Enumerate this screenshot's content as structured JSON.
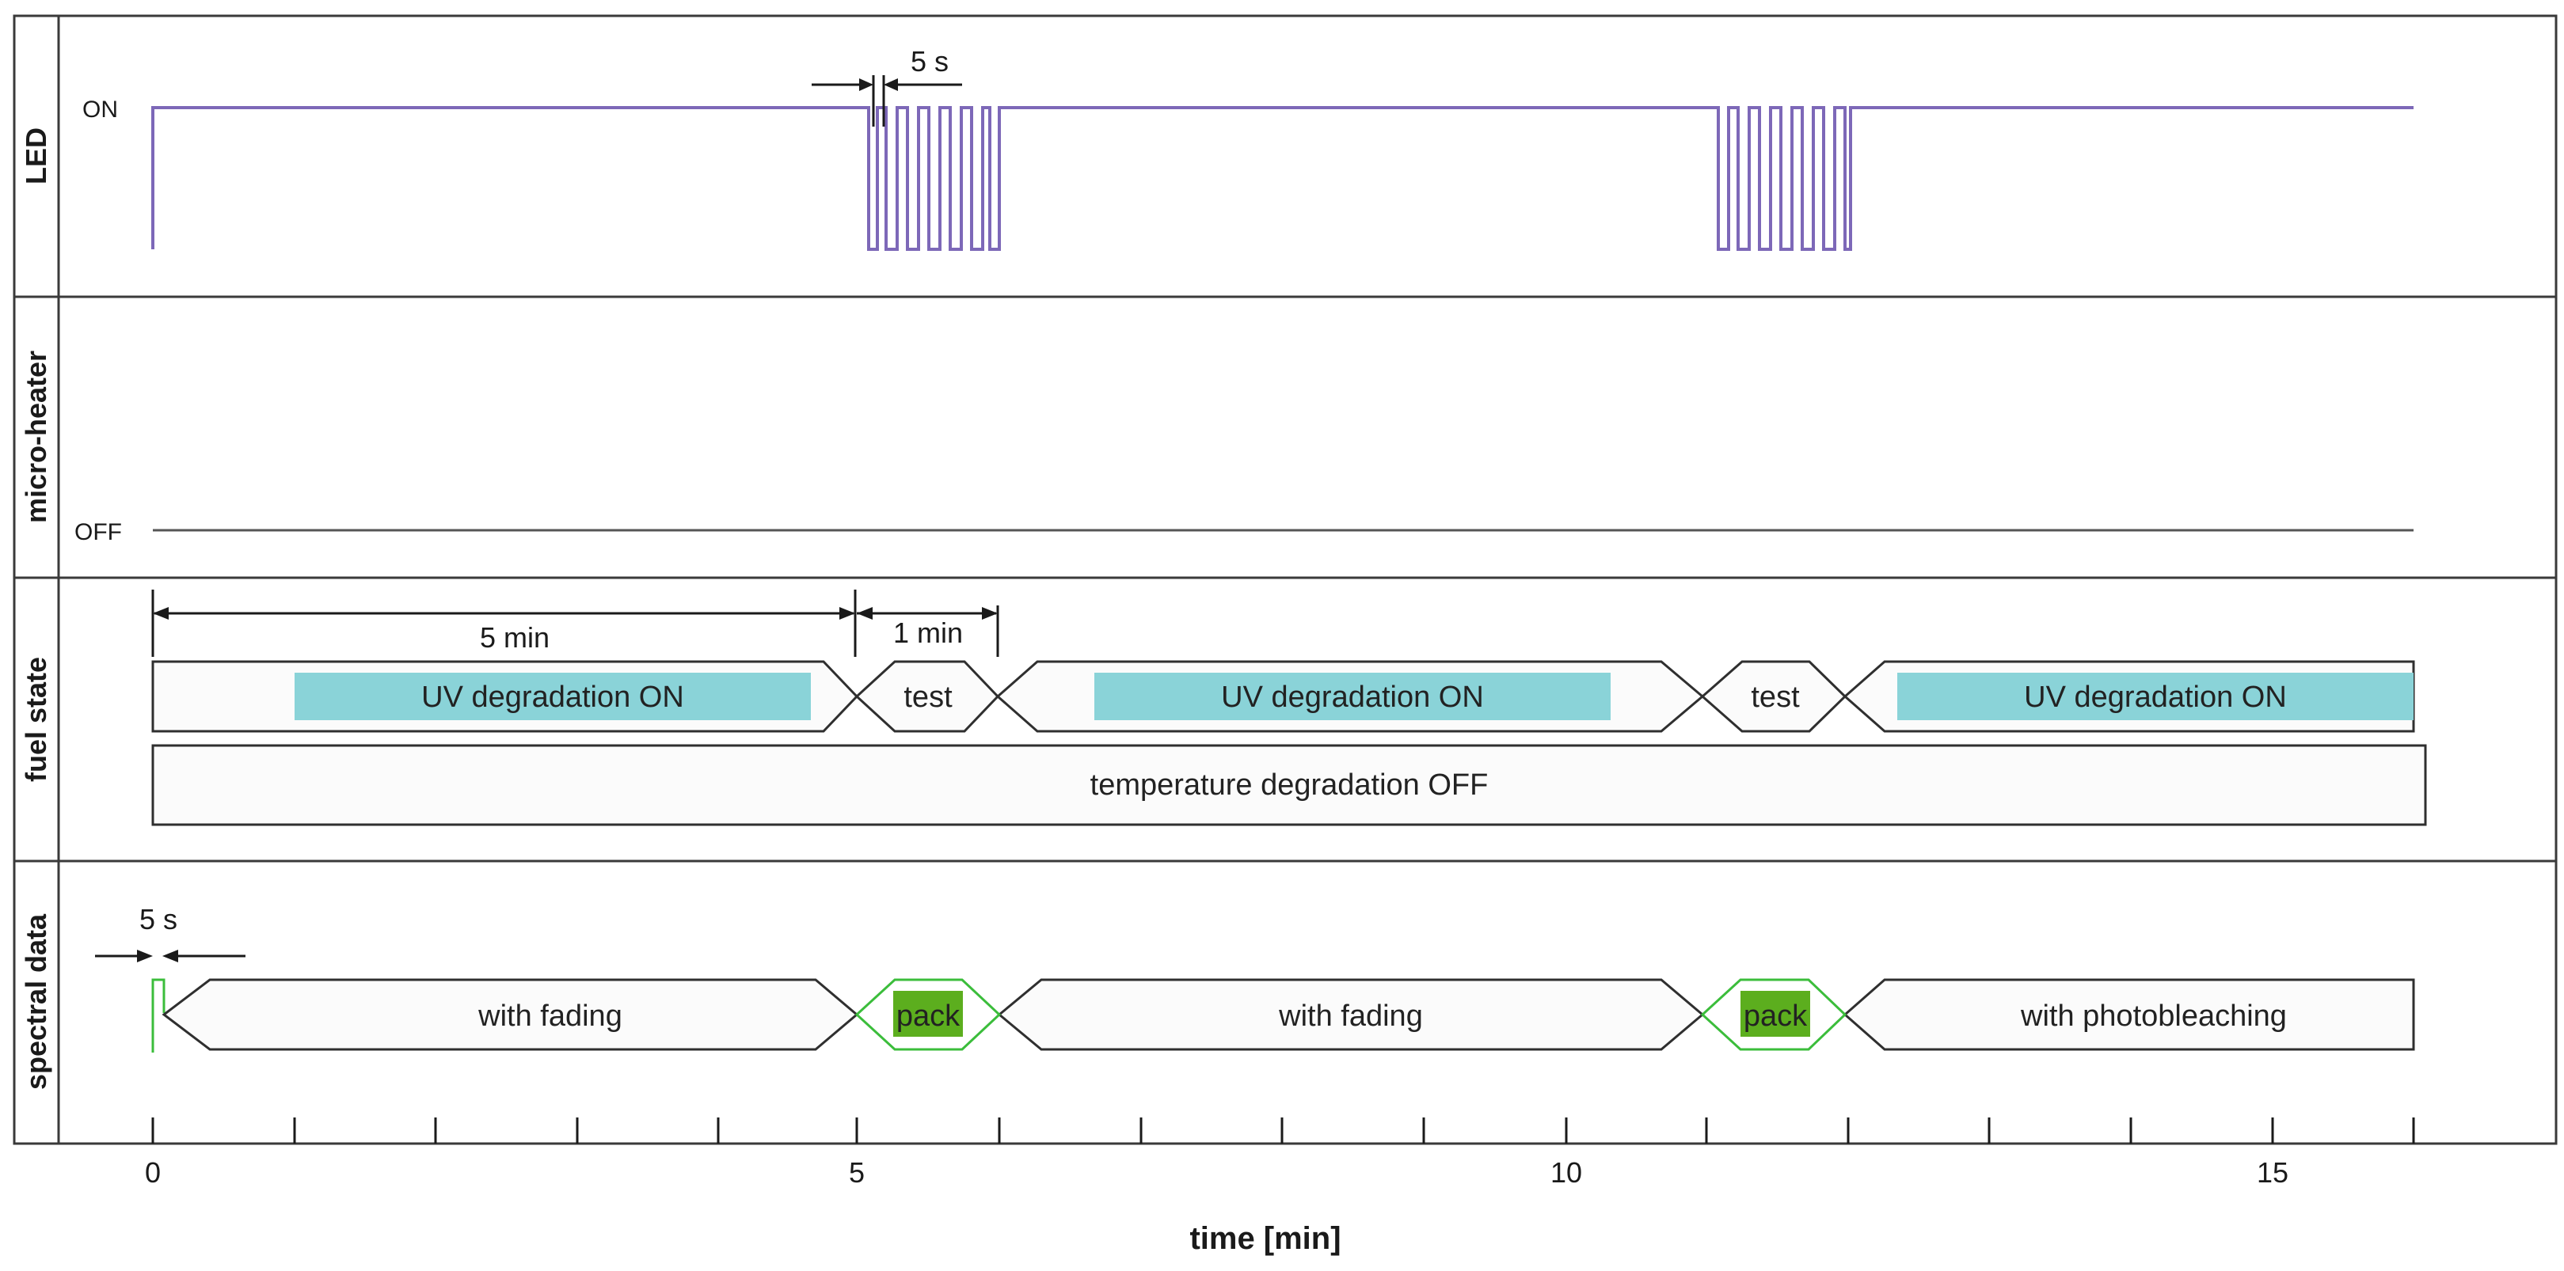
{
  "rows": {
    "led": {
      "title": "LED",
      "level": "ON"
    },
    "heater": {
      "title": "micro-heater",
      "level": "OFF"
    },
    "fuel": {
      "title": "fuel state"
    },
    "spectral": {
      "title": "spectral data"
    }
  },
  "fuel_state": {
    "uv_on_1": "UV degradation ON",
    "test_1": "test",
    "uv_on_2": "UV degradation ON",
    "test_2": "test",
    "uv_on_3": "UV degradation ON",
    "temperature_off": "temperature degradation OFF"
  },
  "spectral": {
    "fading_1": "with fading",
    "pack_1": "pack",
    "fading_2": "with fading",
    "pack_2": "pack",
    "photobleaching": "with photobleaching"
  },
  "dimensions": {
    "led_pulse": "5 s",
    "interval_5min": "5 min",
    "interval_1min": "1 min",
    "spectral_pulse": "5 s"
  },
  "axis": {
    "title": "time [min]",
    "tick_labels": [
      "0",
      "5",
      "10",
      "15"
    ]
  },
  "colors": {
    "led_signal": "#7d68b8",
    "uv_band": "#8ad3d8",
    "pack": "#5cae1e",
    "pack_outline": "#3bbd3b"
  }
}
